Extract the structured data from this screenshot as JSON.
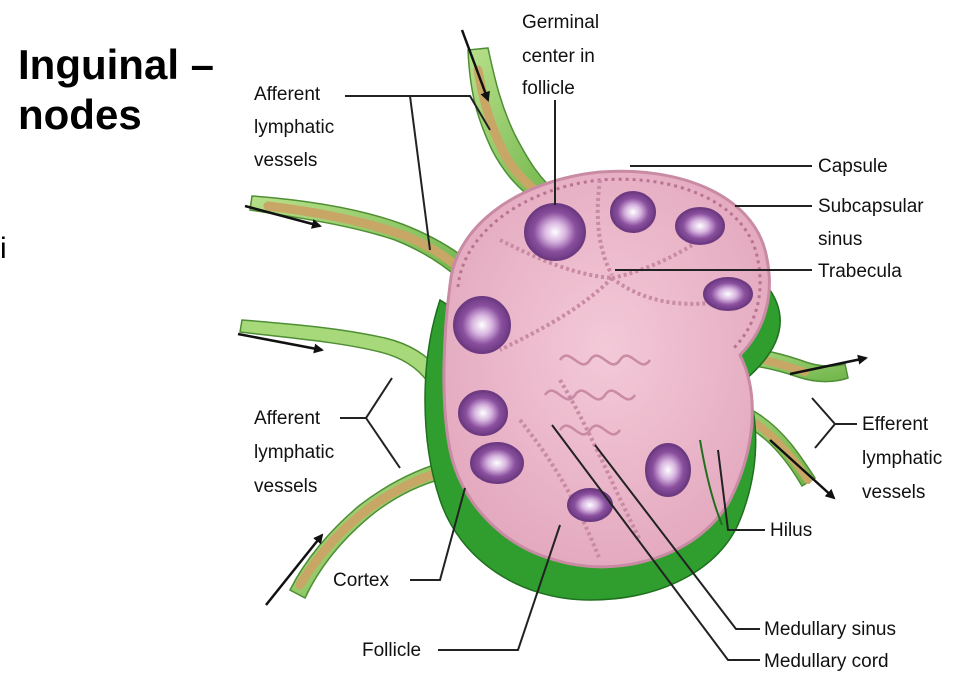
{
  "title": {
    "line1": "Inguinal –",
    "line2": "nodes"
  },
  "stray_text": "i",
  "labels": {
    "germinal": [
      "Germinal",
      "center in",
      "follicle"
    ],
    "afferent_top": [
      "Afferent",
      "lymphatic",
      "vessels"
    ],
    "capsule": "Capsule",
    "subcapsular": [
      "Subcapsular",
      "sinus"
    ],
    "trabecula": "Trabecula",
    "afferent_bottom": [
      "Afferent",
      "lymphatic",
      "vessels"
    ],
    "efferent": [
      "Efferent",
      "lymphatic",
      "vessels"
    ],
    "hilus": "Hilus",
    "cortex": "Cortex",
    "follicle": "Follicle",
    "medullary_sinus": "Medullary sinus",
    "medullary_cord": "Medullary cord"
  },
  "colors": {
    "node_pink": "#e9b3c6",
    "node_pink_edge": "#c98aa3",
    "follicle_purple": "#8a4f9e",
    "follicle_light": "#c79bd3",
    "cortex_green": "#2f9e2f",
    "vessel_green": "#9bd26a",
    "vessel_tan": "#c8a766",
    "arrow": "#111111"
  }
}
